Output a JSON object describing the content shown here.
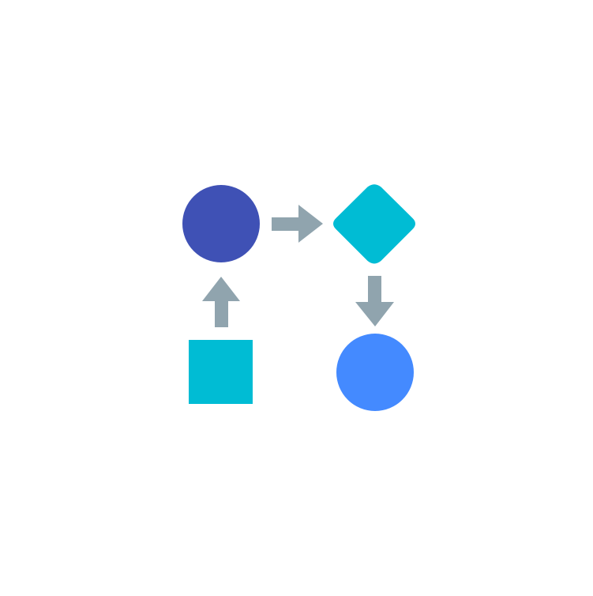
{
  "diagram": {
    "nodes": [
      {
        "id": "start-circle",
        "shape": "circle",
        "icon": "circle-node-icon",
        "color": "#3F51B5"
      },
      {
        "id": "decision-diamond",
        "shape": "diamond",
        "icon": "diamond-node-icon",
        "color": "#00BCD4"
      },
      {
        "id": "source-square",
        "shape": "square",
        "icon": "square-node-icon",
        "color": "#00BCD4"
      },
      {
        "id": "end-circle",
        "shape": "circle",
        "icon": "circle-node-icon",
        "color": "#448AFF"
      }
    ],
    "edges": [
      {
        "from": "source-square",
        "to": "start-circle",
        "direction": "up",
        "icon": "arrow-up-icon"
      },
      {
        "from": "start-circle",
        "to": "decision-diamond",
        "direction": "right",
        "icon": "arrow-right-icon"
      },
      {
        "from": "decision-diamond",
        "to": "end-circle",
        "direction": "down",
        "icon": "arrow-down-icon"
      }
    ],
    "colors": {
      "background": "#FFFFFF",
      "arrow": "#90A4AE"
    }
  }
}
